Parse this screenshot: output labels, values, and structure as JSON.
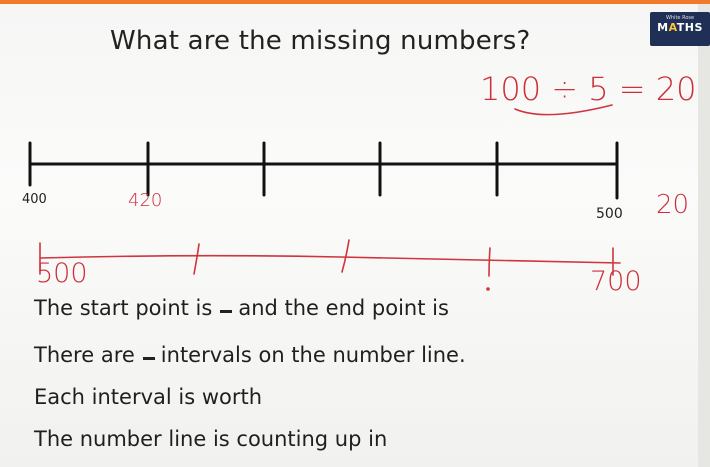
{
  "slide": {
    "title": "What are the missing numbers?",
    "logo": {
      "small_text": "White Rose",
      "text_pre": "M",
      "text_accent": "A",
      "text_post": "THS"
    }
  },
  "number_line": {
    "start_label": "400",
    "second_label": "420",
    "end_label": "500",
    "tick_count": 6
  },
  "handwritten": {
    "equation": "100 ÷ 5 = 20",
    "margin_note": "20",
    "start": "500",
    "end": "700"
  },
  "questions": {
    "q1_start": "The start point is",
    "q1_end": "and the end point is",
    "q2_start": "There are",
    "q2_end": "intervals on the number line.",
    "q3": "Each interval is worth",
    "q4": "The number line is counting up in"
  }
}
